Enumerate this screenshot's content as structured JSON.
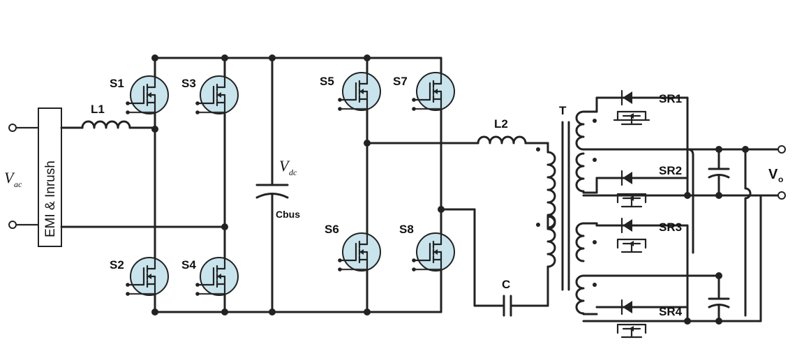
{
  "labels": {
    "vac_main": "V",
    "vac_sub": "ac",
    "emi": "EMI & Inrush",
    "l1": "L1",
    "s1": "S1",
    "s2": "S2",
    "s3": "S3",
    "s4": "S4",
    "vdc_main": "V",
    "vdc_sub": "dc",
    "cbus": "Cbus",
    "s5": "S5",
    "s6": "S6",
    "s7": "S7",
    "s8": "S8",
    "l2": "L2",
    "c": "C",
    "t": "T",
    "sr1": "SR1",
    "sr2": "SR2",
    "sr3": "SR3",
    "sr4": "SR4",
    "vo_main": "V",
    "vo_sub": "o"
  },
  "colors": {
    "wire": "#222222",
    "mosfet_fill": "#c9e4ec"
  }
}
